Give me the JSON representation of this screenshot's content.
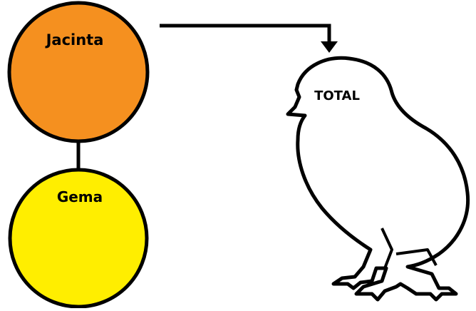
{
  "nodes": {
    "jacinta": {
      "label": "Jacinta",
      "color": "#f5901f"
    },
    "gema": {
      "label": "Gema",
      "color": "#ffee00"
    }
  },
  "target": {
    "label": "TOTAL",
    "icon": "chick-icon"
  },
  "colors": {
    "stroke": "#000000",
    "background": "#ffffff"
  }
}
